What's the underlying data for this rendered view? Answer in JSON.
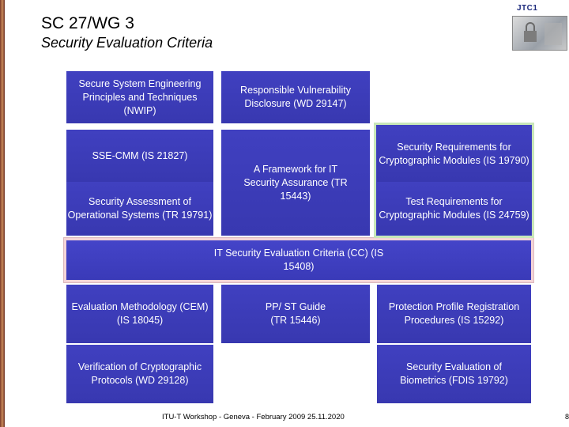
{
  "header": {
    "title": "SC 27/WG 3",
    "subtitle": "Security Evaluation Criteria",
    "logo_text": "JTC1"
  },
  "boxes": {
    "sse_principles": "Secure System Engineering Principles and Techniques (NWIP)",
    "vuln_disclosure": "Responsible Vulnerability Disclosure (WD 29147)",
    "sse_cmm": "SSE-CMM (IS 21827)",
    "sec_assessment": "Security Assessment of Operational Systems (TR 19791)",
    "it_framework": "A Framework for IT Security Assurance (TR 15443)",
    "crypto_modules": "Security Requirements for Cryptographic Modules (IS 19790)",
    "test_requirements": "Test Requirements for Cryptographic Modules (IS 24759)",
    "cc": "IT Security Evaluation Criteria (CC) (IS 15408)",
    "cem": "Evaluation Methodology (CEM) (IS 18045)",
    "pp_st": "PP/ ST Guide (TR 15446)",
    "pp_registration": "Protection Profile Registration Procedures (IS 15292)",
    "crypto_protocols": "Verification of Cryptographic Protocols (WD 29128)",
    "biometrics": "Security Evaluation of Biometrics (FDIS 19792)"
  },
  "footer": {
    "text": "ITU-T Workshop - Geneva - February 2009 25.11.2020",
    "page": "8"
  },
  "colors": {
    "box_blue": "#3c3cb8",
    "light_box": "#c4d2ee",
    "pink_frame": "#f4d4d8",
    "green_frame": "#c8e6b8"
  }
}
